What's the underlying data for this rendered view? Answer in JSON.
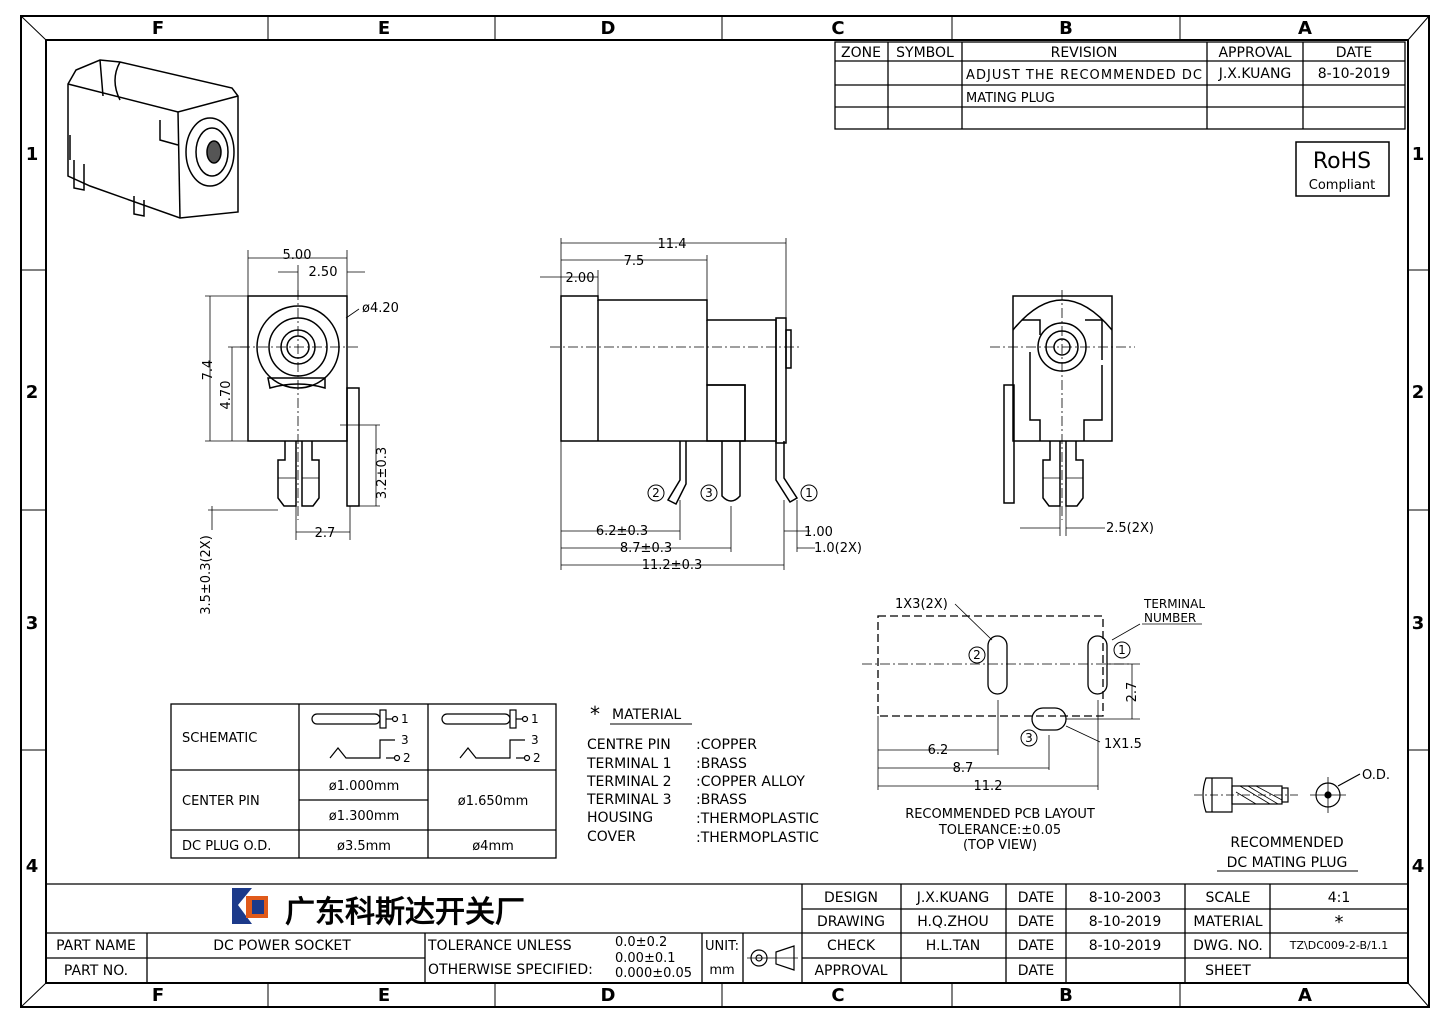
{
  "border": {
    "columns": [
      "F",
      "E",
      "D",
      "C",
      "B",
      "A"
    ],
    "rows": [
      "1",
      "2",
      "3",
      "4"
    ]
  },
  "revision_table": {
    "headers": [
      "ZONE",
      "SYMBOL",
      "REVISION",
      "APPROVAL",
      "DATE"
    ],
    "rows": [
      {
        "zone": "",
        "symbol": "",
        "revision": "ADJUST THE RECOMMENDED DC",
        "approval": "J.X.KUANG",
        "date": "8-10-2019"
      },
      {
        "zone": "",
        "symbol": "",
        "revision": "MATING PLUG",
        "approval": "",
        "date": ""
      }
    ]
  },
  "rohs": {
    "title": "RoHS",
    "subtitle": "Compliant"
  },
  "front_view": {
    "dims": {
      "width": "5.00",
      "half": "2.50",
      "hole": "ø4.20",
      "height": "7.4",
      "center": "4.70",
      "pin_len": "3.2±0.3",
      "pin_gap": "2.7",
      "pin_tail": "3.5±0.3(2X)"
    }
  },
  "side_view": {
    "dims": {
      "total": "11.4",
      "d75": "7.5",
      "d2": "2.00",
      "d62": "6.2±0.3",
      "d87": "8.7±0.3",
      "d112": "11.2±0.3",
      "d100": "1.00",
      "d10x": "1.0(2X)"
    },
    "pins": [
      "2",
      "3",
      "1"
    ]
  },
  "rear_view": {
    "dims": {
      "d25": "2.5(2X)"
    }
  },
  "pcb_layout": {
    "labels": {
      "slot": "1X3(2X)",
      "terminal": "TERMINAL",
      "number": "NUMBER",
      "oval": "1X1.5",
      "d27": "2.7",
      "d62": "6.2",
      "d87": "8.7",
      "d112": "11.2"
    },
    "pins": [
      "2",
      "1",
      "3"
    ],
    "caption": [
      "RECOMMENDED PCB LAYOUT",
      "TOLERANCE:±0.05",
      "(TOP VIEW)"
    ]
  },
  "pin_table": {
    "schematic_label": "SCHEMATIC",
    "center_pin_label": "CENTER PIN",
    "plug_label": "DC PLUG O.D.",
    "pin_a1": "ø1.000mm",
    "pin_a2": "ø1.300mm",
    "pin_b": "ø1.650mm",
    "plug_a": "ø3.5mm",
    "plug_b": "ø4mm",
    "sch_pins": [
      "1",
      "3",
      "2"
    ]
  },
  "material": {
    "title": "MATERIAL",
    "items": [
      {
        "part": "CENTRE PIN",
        "value": ":COPPER"
      },
      {
        "part": "TERMINAL 1",
        "value": ":BRASS"
      },
      {
        "part": "TERMINAL 2",
        "value": ":COPPER ALLOY"
      },
      {
        "part": "TERMINAL 3",
        "value": ":BRASS"
      },
      {
        "part": "HOUSING",
        "value": ":THERMOPLASTIC"
      },
      {
        "part": "COVER",
        "value": ":THERMOPLASTIC"
      }
    ]
  },
  "mating_plug": {
    "od": "O.D.",
    "caption1": "RECOMMENDED",
    "caption2": "DC MATING PLUG"
  },
  "title_block": {
    "company": "广东科斯达开关厂",
    "part_name_label": "PART NAME",
    "part_name": "DC POWER SOCKET",
    "part_no_label": "PART NO.",
    "part_no": "",
    "tolerance_label1": "TOLERANCE UNLESS",
    "tolerance_label2": "OTHERWISE SPECIFIED:",
    "tol1": "0.0±0.2",
    "tol2": "0.00±0.1",
    "tol3": "0.000±0.05",
    "unit_label": "UNIT:",
    "unit": "mm",
    "design_label": "DESIGN",
    "design_name": "J.X.KUANG",
    "design_date": "8-10-2003",
    "drawing_label": "DRAWING",
    "drawing_name": "H.Q.ZHOU",
    "drawing_date": "8-10-2019",
    "check_label": "CHECK",
    "check_name": "H.L.TAN",
    "check_date": "8-10-2019",
    "approval_label": "APPROVAL",
    "approval_name": "",
    "approval_date": "",
    "date_label": "DATE",
    "scale_label": "SCALE",
    "scale": "4:1",
    "material_label": "MATERIAL",
    "material": "*",
    "dwg_label": "DWG. NO.",
    "dwg": "TZ\\DC009-2-B/1.1",
    "sheet_label": "SHEET",
    "sheet": ""
  }
}
